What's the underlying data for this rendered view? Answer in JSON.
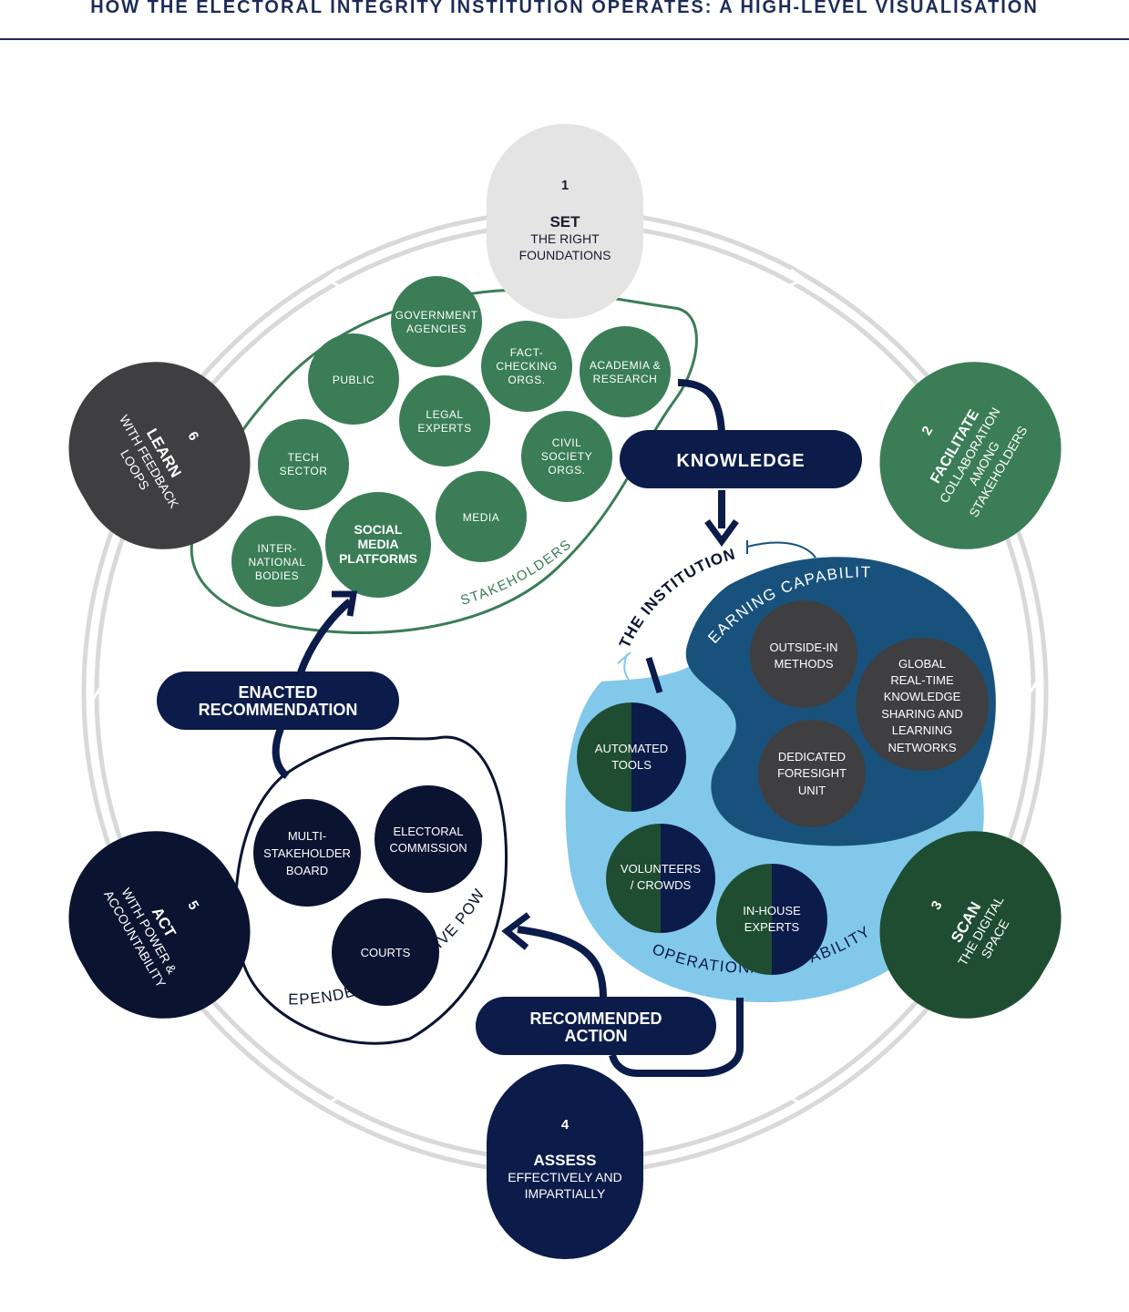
{
  "title": "HOW THE ELECTORAL INTEGRITY INSTITUTION OPERATES: A HIGH-LEVEL VISUALISATION",
  "colors": {
    "navy": "#0b1b4a",
    "dark_navy": "#0a1330",
    "green": "#3a7d56",
    "dark_green": "#1f4d32",
    "grey": "#e4e4e5",
    "charcoal": "#3f3f41",
    "blue": "#18527c",
    "light_blue": "#82c8ea",
    "ring": "#d9d9d9",
    "stakeholder_outline": "#3a7d56"
  },
  "steps": [
    {
      "number": "1",
      "title": "SET",
      "line1": "THE RIGHT",
      "line2": "FOUNDATIONS"
    },
    {
      "number": "2",
      "title": "FACILITATE",
      "line1": "COLLABORATION",
      "line2": "AMONG",
      "line3": "STAKEHOLDERS"
    },
    {
      "number": "3",
      "title": "SCAN",
      "line1": "THE DIGITAL",
      "line2": "SPACE"
    },
    {
      "number": "4",
      "title": "ASSESS",
      "line1": "EFFECTIVELY AND",
      "line2": "IMPARTIALLY"
    },
    {
      "number": "5",
      "title": "ACT",
      "line1": "WITH POWER &",
      "line2": "ACCOUNTABILITY"
    },
    {
      "number": "6",
      "title": "LEARN",
      "line1": "WITH FEEDBACK",
      "line2": "LOOPS"
    }
  ],
  "stakeholders": {
    "label": "STAKEHOLDERS",
    "government": [
      "GOVERNMENT",
      "AGENCIES"
    ],
    "public": [
      "PUBLIC"
    ],
    "fact_checking": [
      "FACT-",
      "CHECKING",
      "ORGS."
    ],
    "academia": [
      "ACADEMIA &",
      "RESEARCH"
    ],
    "legal": [
      "LEGAL",
      "EXPERTS"
    ],
    "tech": [
      "TECH",
      "SECTOR"
    ],
    "civil": [
      "CIVIL",
      "SOCIETY",
      "ORGS."
    ],
    "media": [
      "MEDIA"
    ],
    "social": [
      "SOCIAL",
      "MEDIA",
      "PLATFORMS"
    ],
    "international": [
      "INTER-",
      "NATIONAL",
      "BODIES"
    ]
  },
  "flows": {
    "knowledge": "KNOWLEDGE",
    "enacted": [
      "ENACTED",
      "RECOMMENDATION"
    ],
    "recommended": [
      "RECOMMENDED",
      "ACTION"
    ]
  },
  "institution": {
    "label": "THE INSTITUTION",
    "learning_label": "LEARNING CAPABILITY",
    "operational_label": "OPERATIONAL CAPABILITY",
    "outside_in": [
      "OUTSIDE-IN",
      "METHODS"
    ],
    "global": [
      "GLOBAL",
      "REAL-TIME",
      "KNOWLEDGE",
      "SHARING AND",
      "LEARNING",
      "NETWORKS"
    ],
    "foresight": [
      "DEDICATED",
      "FORESIGHT",
      "UNIT"
    ],
    "automated": [
      "AUTOMATED",
      "TOOLS"
    ],
    "volunteers": [
      "VOLUNTEERS",
      "/ CROWDS"
    ],
    "inhouse": [
      "IN-HOUSE",
      "EXPERTS"
    ]
  },
  "executive": {
    "label": "INDEPENDENT EXECUTIVE POWER",
    "board": [
      "MULTI-",
      "STAKEHOLDER",
      "BOARD"
    ],
    "electoral": [
      "ELECTORAL",
      "COMMISSION"
    ],
    "courts": [
      "COURTS"
    ]
  }
}
